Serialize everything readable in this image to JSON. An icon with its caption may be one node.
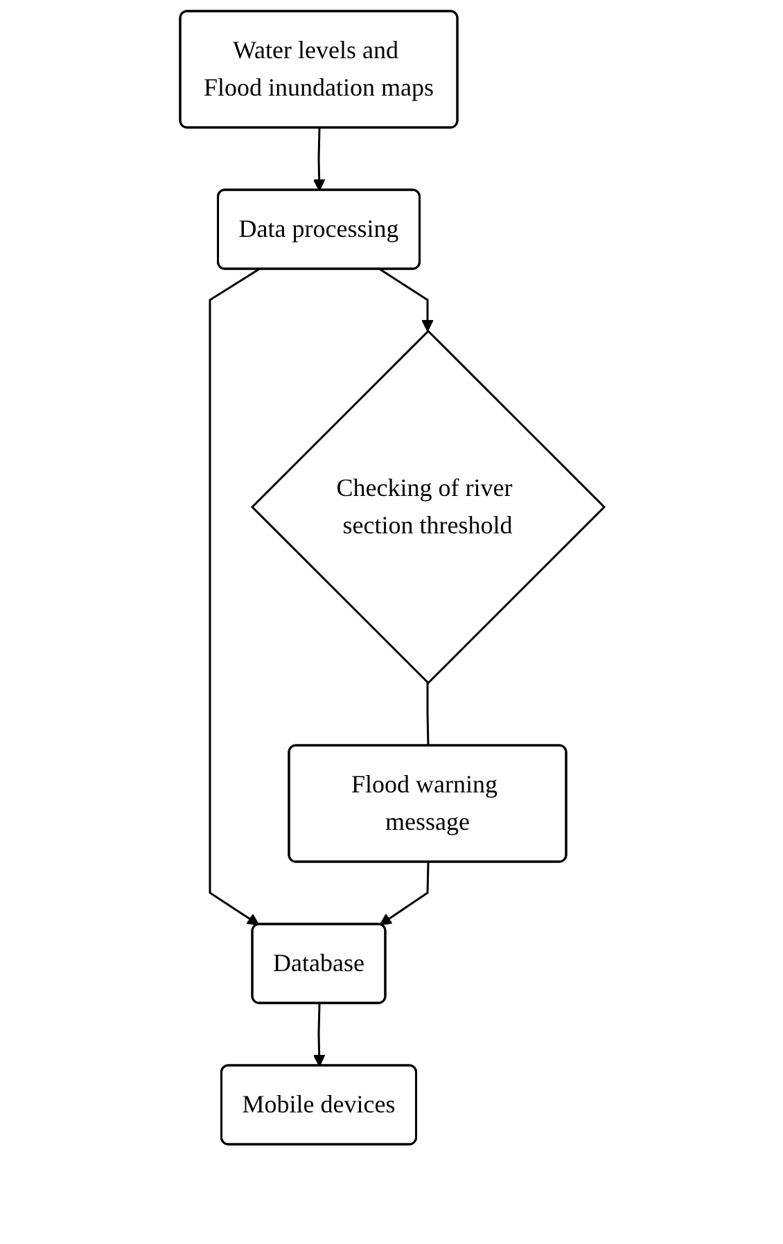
{
  "diagram": {
    "nodes": [
      {
        "text": [
          "Water levels and Flood inundation maps"
        ]
      },
      {
        "text": [
          "Data processing"
        ]
      },
      {
        "text": [
          "Checking of river section threshold"
        ]
      },
      {
        "text": [
          "Flood warning message"
        ]
      },
      {
        "text": [
          "Database"
        ]
      },
      {
        "text": [
          "Mobile devices"
        ]
      }
    ],
    "edges": [
      {
        "from": 0,
        "to": 1,
        "arrow": "to"
      },
      {
        "from": 1,
        "to": 2,
        "arrow": "to"
      },
      {
        "from": 1,
        "to": 4,
        "arrow": "to"
      },
      {
        "from": 2,
        "to": 3,
        "arrow": "none"
      },
      {
        "from": 3,
        "to": 4,
        "arrow": "to"
      },
      {
        "from": 4,
        "to": 5,
        "arrow": "to"
      }
    ]
  }
}
